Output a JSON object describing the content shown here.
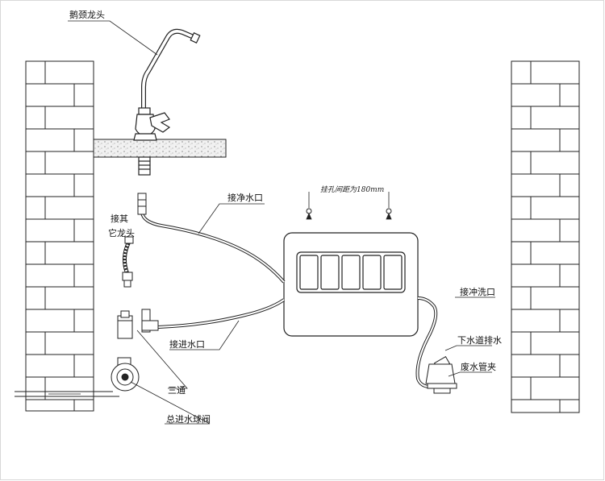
{
  "labels": {
    "faucet": "鹅颈龙头",
    "pure_water_port": "接净水口",
    "other_faucet_line1": "接其",
    "other_faucet_line2": "它龙头",
    "hanging_hole_spacing": "挂孔间距为180mm",
    "inlet_port": "接进水口",
    "flush_port": "接冲洗口",
    "tee": "三通",
    "main_ball_valve": "总进水球阀",
    "drain": "下水道排水",
    "waste_clamp": "废水管夹"
  }
}
